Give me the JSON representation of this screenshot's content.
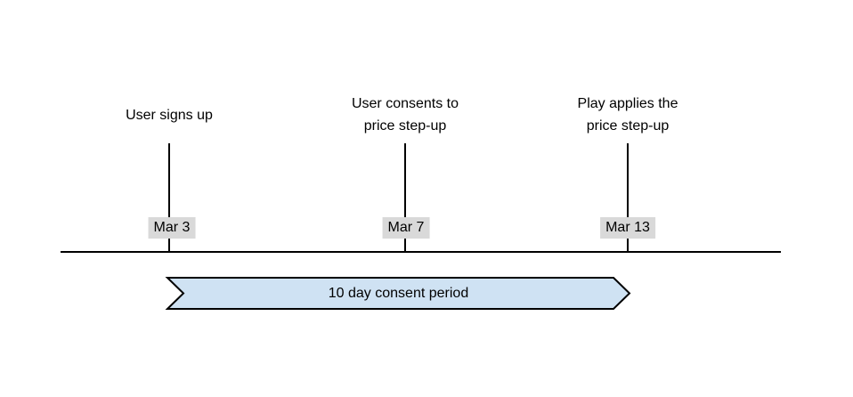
{
  "diagram": {
    "background": "#ffffff",
    "line_color": "#000000",
    "text_color": "#000000"
  },
  "timeline": {
    "date_label_bg": "#d9d9d9",
    "events": [
      {
        "title": "User signs up",
        "date": "Mar 3"
      },
      {
        "title": "User consents to\nprice step-up",
        "date": "Mar 7"
      },
      {
        "title": "Play applies the\nprice step-up",
        "date": "Mar 13"
      }
    ]
  },
  "consent_period": {
    "label": "10 day consent period",
    "fill_color": "#cfe2f3",
    "border_color": "#000000"
  }
}
